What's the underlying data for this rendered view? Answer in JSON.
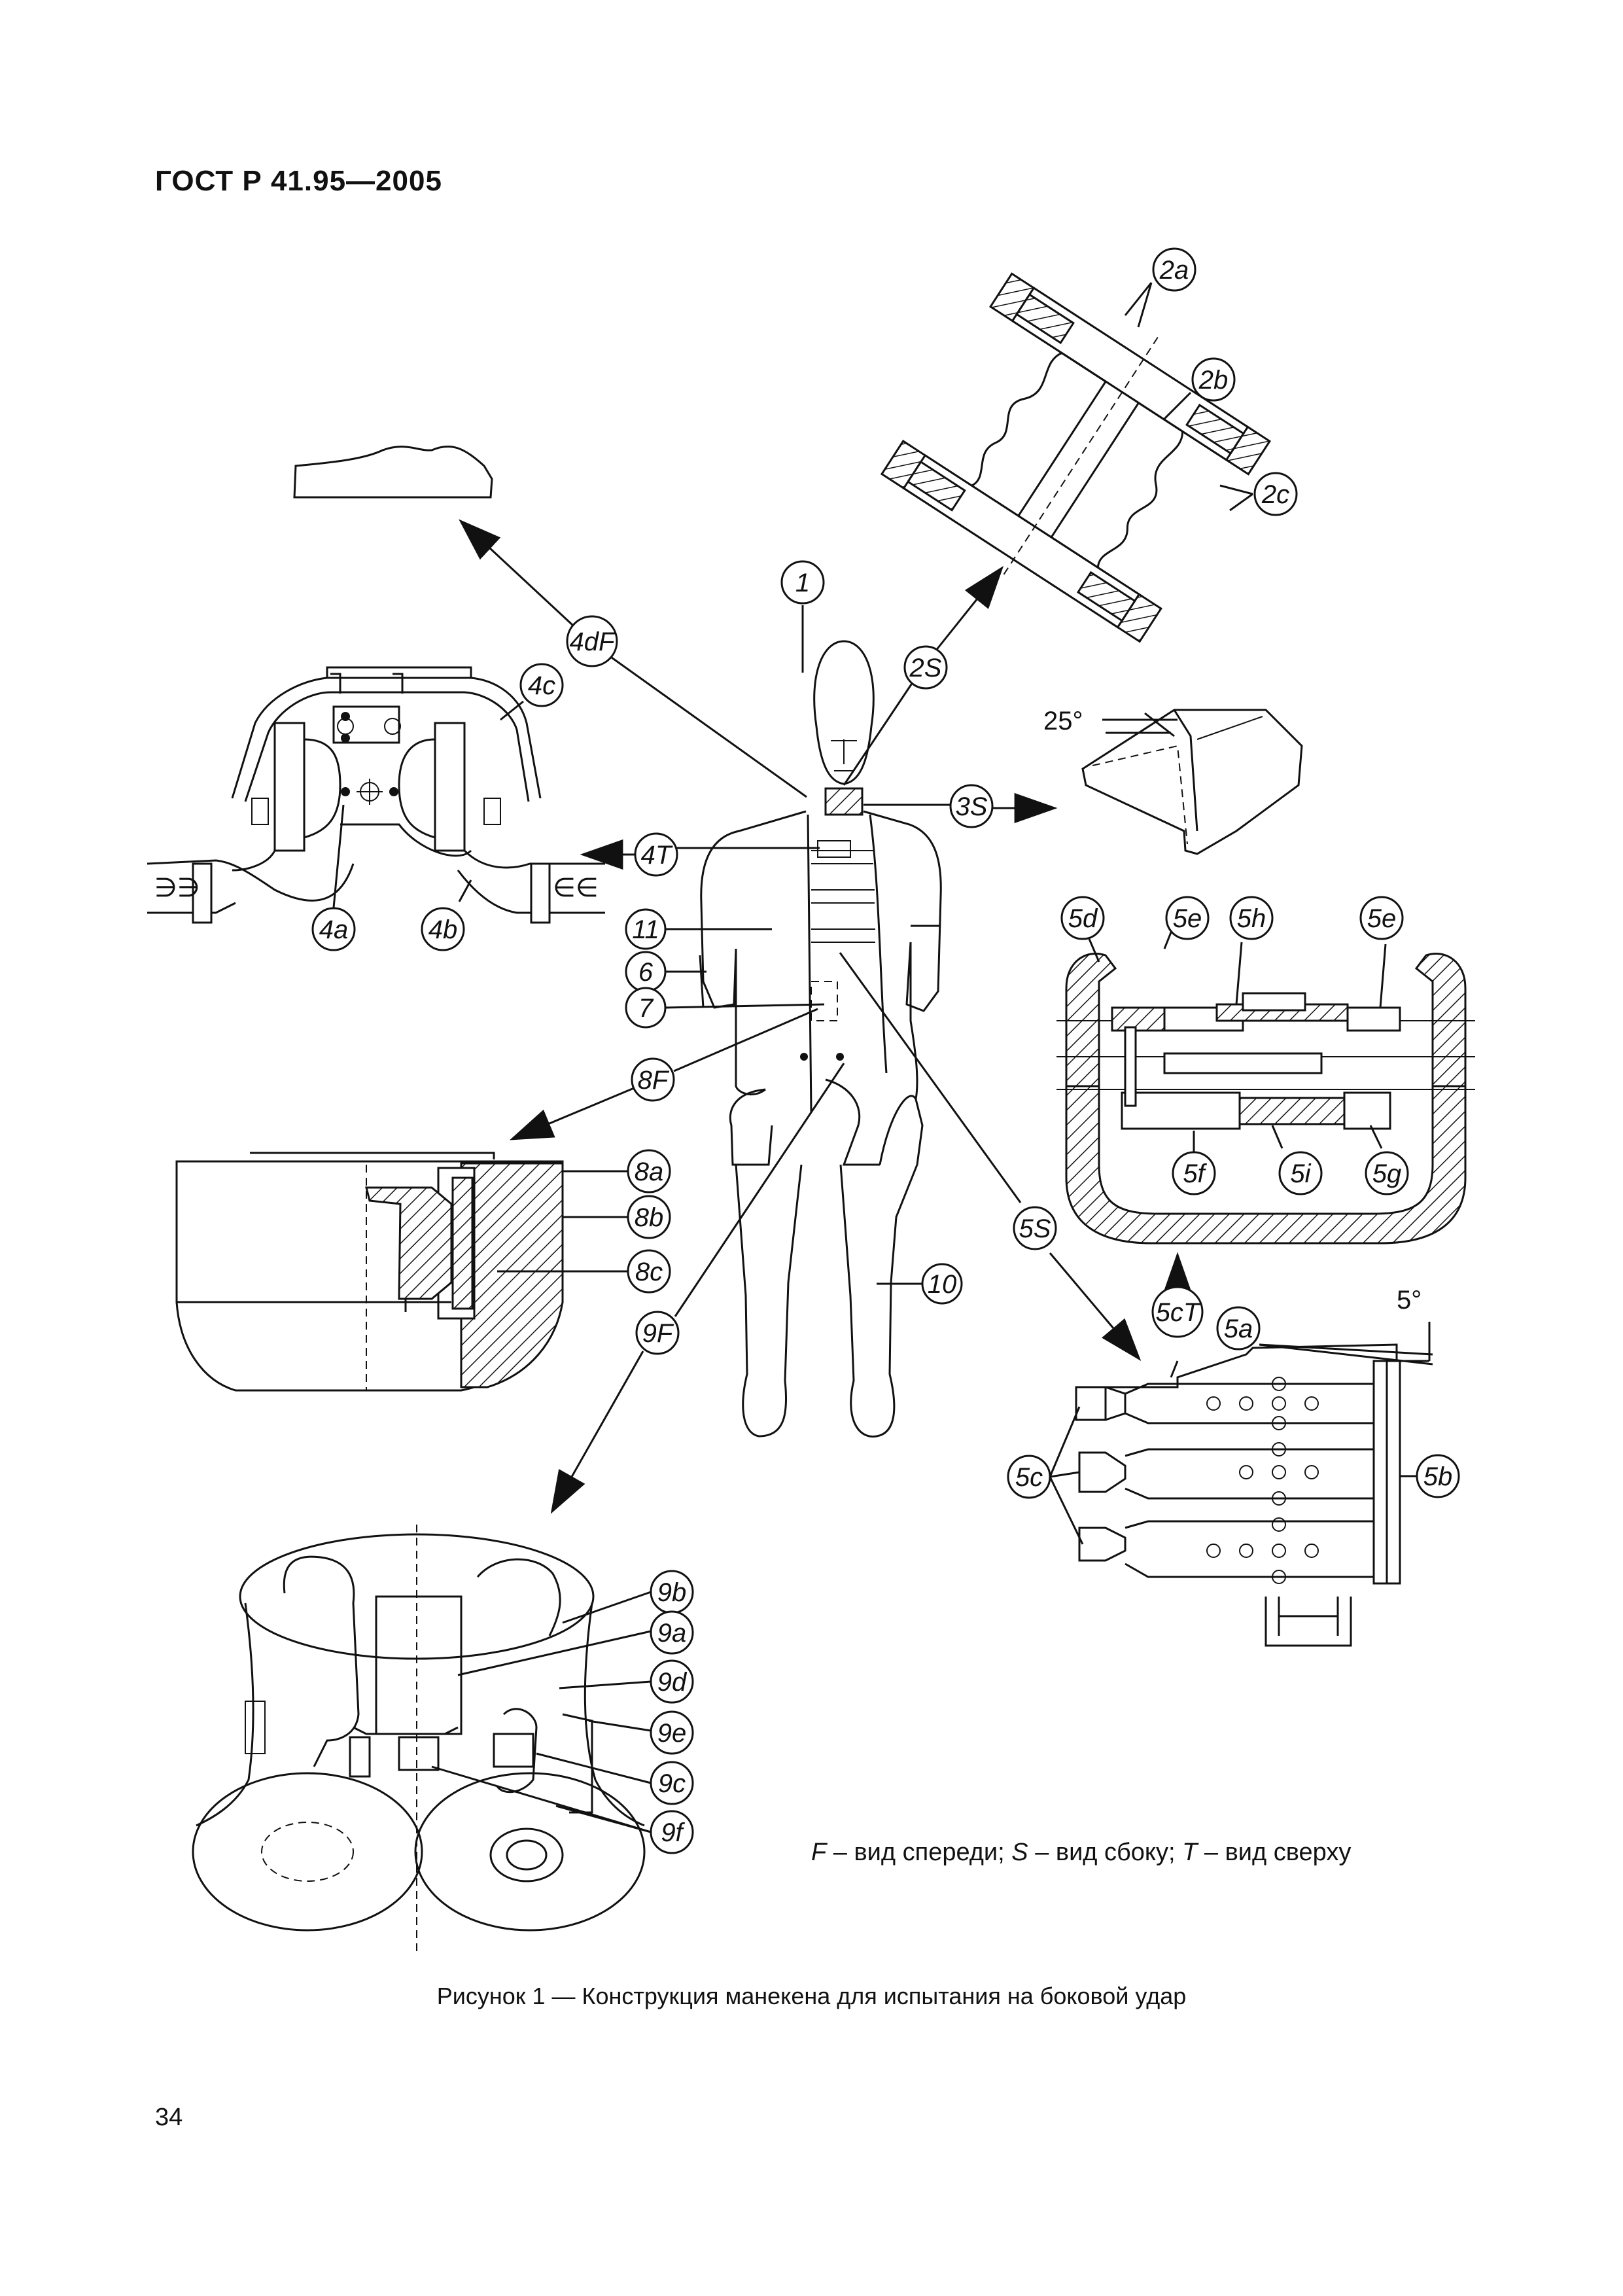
{
  "header": {
    "standard": "ГОСТ Р 41.95—2005"
  },
  "callouts": {
    "c1": "1",
    "c2S": "2S",
    "c2a": "2a",
    "c2b": "2b",
    "c2c": "2c",
    "c3S": "3S",
    "angle25": "25°",
    "c4dF": "4dF",
    "c4c": "4c",
    "c4T": "4T",
    "c4a": "4a",
    "c4b": "4b",
    "c5d": "5d",
    "c5e1": "5e",
    "c5h": "5h",
    "c5e2": "5e",
    "c5f": "5f",
    "c5i": "5i",
    "c5g": "5g",
    "c5S": "5S",
    "c5cT": "5cT",
    "c5a": "5a",
    "angle5": "5°",
    "c5c": "5c",
    "c5b": "5b",
    "c6": "6",
    "c7": "7",
    "c8F": "8F",
    "c8a": "8a",
    "c8b": "8b",
    "c8c": "8c",
    "c9F": "9F",
    "c9a": "9a",
    "c9b": "9b",
    "c9c": "9c",
    "c9d": "9d",
    "c9e": "9e",
    "c9f": "9f",
    "c10": "10",
    "c11": "11"
  },
  "legend": {
    "f_key": "F",
    "f_text": " – вид спереди; ",
    "s_key": "S",
    "s_text": " – вид сбоку; ",
    "t_key": "T",
    "t_text": " – вид сверху"
  },
  "caption": "Рисунок 1 — Конструкция манекена для испытания на боковой удар",
  "page_number": "34"
}
